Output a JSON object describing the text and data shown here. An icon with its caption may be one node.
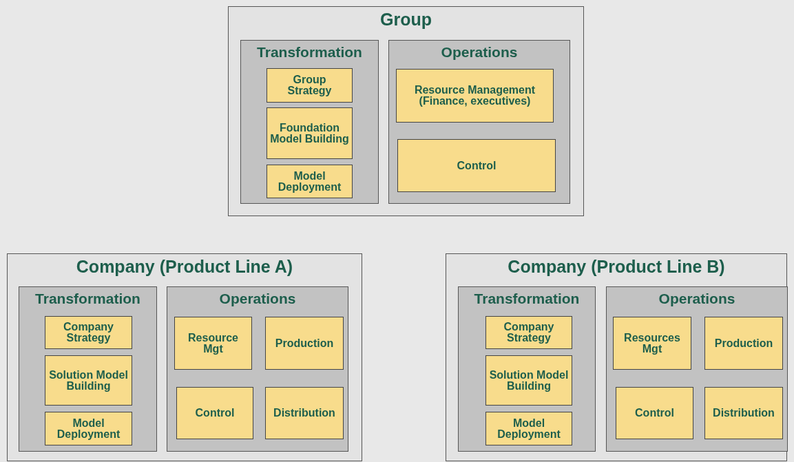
{
  "diagram": {
    "nodes": [
      {
        "text": [
          "Group"
        ]
      },
      {
        "text": [
          "Transformation"
        ],
        "in": 0
      },
      {
        "text": [
          "Group Strategy"
        ],
        "in": 1
      },
      {
        "text": [
          "Foundation Model Building"
        ],
        "in": 1
      },
      {
        "text": [
          "Model Deployment"
        ],
        "in": 1
      },
      {
        "text": [
          "Operations"
        ],
        "in": 0
      },
      {
        "text": [
          "Resource Management (Finance, executives)"
        ],
        "in": 5
      },
      {
        "text": [
          "Control"
        ],
        "in": 5
      },
      {
        "text": [
          "Company (Product Line A)"
        ]
      },
      {
        "text": [
          "Transformation"
        ],
        "in": 8
      },
      {
        "text": [
          "Company Strategy"
        ],
        "in": 9
      },
      {
        "text": [
          "Solution Model Building"
        ],
        "in": 9
      },
      {
        "text": [
          "Model Deployment"
        ],
        "in": 9
      },
      {
        "text": [
          "Operations"
        ],
        "in": 8
      },
      {
        "text": [
          "Resource Mgt"
        ],
        "in": 13
      },
      {
        "text": [
          "Production"
        ],
        "in": 13
      },
      {
        "text": [
          "Control"
        ],
        "in": 13
      },
      {
        "text": [
          "Distribution"
        ],
        "in": 13
      },
      {
        "text": [
          "Company (Product Line B)"
        ]
      },
      {
        "text": [
          "Transformation"
        ],
        "in": 18
      },
      {
        "text": [
          "Company Strategy"
        ],
        "in": 19
      },
      {
        "text": [
          "Solution Model Building"
        ],
        "in": 19
      },
      {
        "text": [
          "Model Deployment"
        ],
        "in": 19
      },
      {
        "text": [
          "Operations"
        ],
        "in": 18
      },
      {
        "text": [
          "Resources Mgt"
        ],
        "in": 23
      },
      {
        "text": [
          "Production"
        ],
        "in": 23
      },
      {
        "text": [
          "Control"
        ],
        "in": 23
      },
      {
        "text": [
          "Distribution"
        ],
        "in": 23
      }
    ]
  }
}
